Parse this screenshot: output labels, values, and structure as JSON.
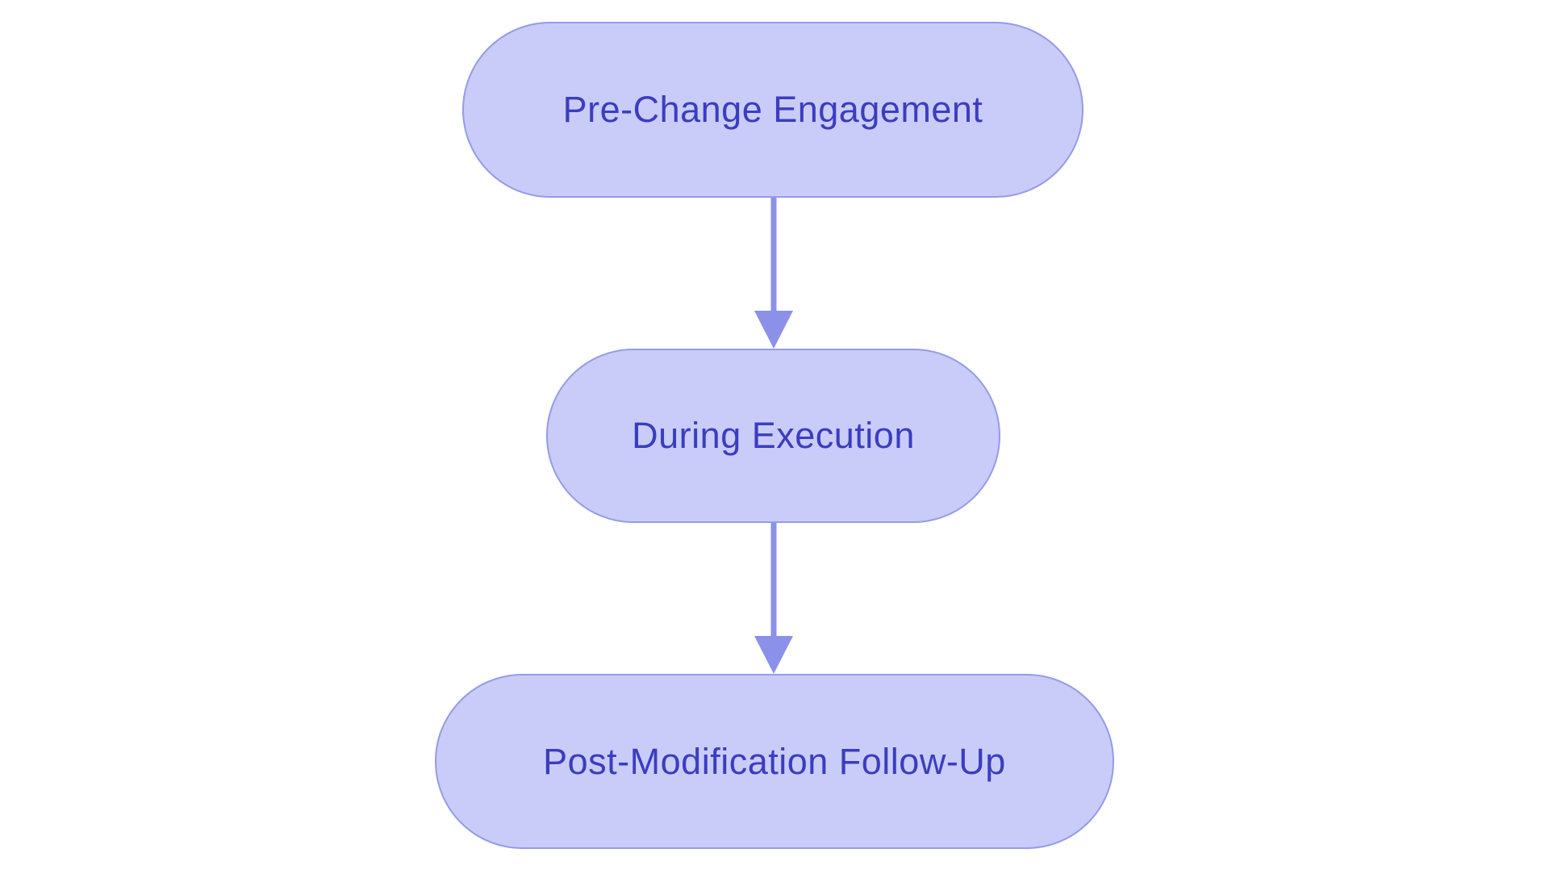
{
  "diagram": {
    "type": "flowchart",
    "direction": "top-down",
    "nodes": [
      {
        "id": "node-1",
        "label": "Pre-Change Engagement"
      },
      {
        "id": "node-2",
        "label": "During Execution"
      },
      {
        "id": "node-3",
        "label": "Post-Modification Follow-Up"
      }
    ],
    "edges": [
      {
        "from": "node-1",
        "to": "node-2",
        "style": "arrow-down"
      },
      {
        "from": "node-2",
        "to": "node-3",
        "style": "arrow-down"
      }
    ],
    "colors": {
      "node_fill": "#c9ccf8",
      "node_border": "#959be6",
      "node_text": "#3b3dbf",
      "arrow": "#8b91e8",
      "background": "#ffffff"
    }
  }
}
